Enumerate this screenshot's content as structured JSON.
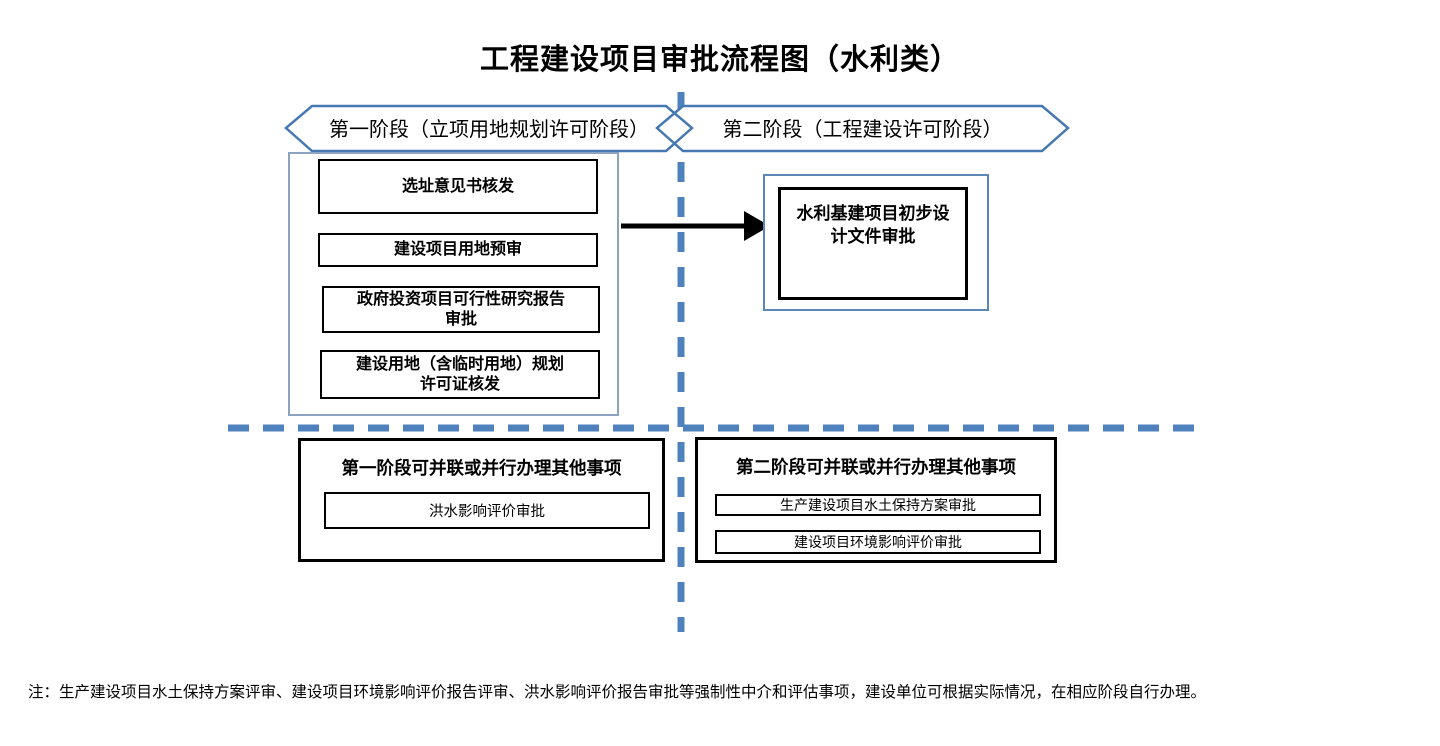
{
  "title": "工程建设项目审批流程图（水利类）",
  "stage1": {
    "banner": "第一阶段（立项用地规划许可阶段）",
    "boxes": [
      "选址意见书核发",
      "建设项目用地预审",
      "政府投资项目可行性研究报告审批",
      "建设用地（含临时用地）规划许可证核发"
    ]
  },
  "stage2": {
    "banner": "第二阶段（工程建设许可阶段）",
    "box": "水利基建项目初步设计文件审批"
  },
  "parallel1": {
    "title": "第一阶段可并联或并行办理其他事项",
    "items": [
      "洪水影响评价审批"
    ]
  },
  "parallel2": {
    "title": "第二阶段可并联或并行办理其他事项",
    "items": [
      "生产建设项目水土保持方案审批",
      "建设项目环境影响评价审批"
    ]
  },
  "note": "注：生产建设项目水土保持方案评审、建设项目环境影响评价报告评审、洪水影响评价报告审批等强制性中介和评估事项，建设单位可根据实际情况，在相应阶段自行办理。",
  "colors": {
    "accent_blue": "#4F81BD",
    "banner_border": "#4678B2",
    "container_border_light": "#8CA3C0",
    "container_border_blue": "#5C88B5",
    "box_border": "#000000",
    "arrow": "#000000"
  }
}
